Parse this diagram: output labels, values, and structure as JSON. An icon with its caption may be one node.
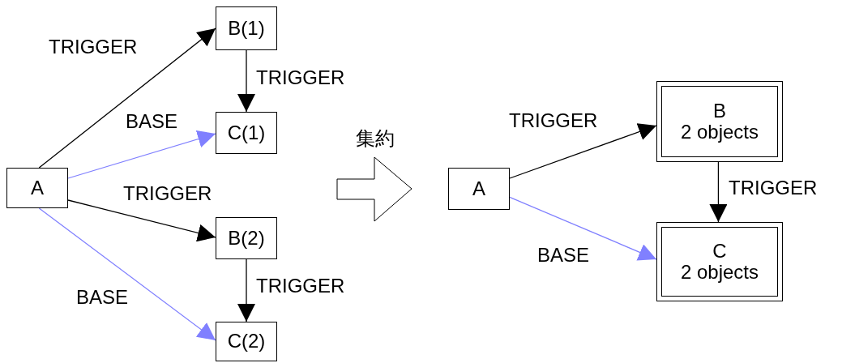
{
  "diagram": {
    "nodes": [
      {
        "text": [
          "A"
        ]
      },
      {
        "text": [
          "B(1)"
        ]
      },
      {
        "text": [
          "C(1)"
        ]
      },
      {
        "text": [
          "B(2)"
        ]
      },
      {
        "text": [
          "C(2)"
        ]
      },
      {
        "text": [
          "集約"
        ]
      },
      {
        "text": [
          "A"
        ]
      },
      {
        "text": [
          "B",
          "2 objects"
        ]
      },
      {
        "text": [
          "C",
          "2 objects"
        ]
      }
    ],
    "edges": [
      {
        "from": 0,
        "to": 1,
        "arrow": "to",
        "label": "TRIGGER"
      },
      {
        "from": 1,
        "to": 2,
        "arrow": "to",
        "label": "TRIGGER"
      },
      {
        "from": 0,
        "to": 2,
        "arrow": "to",
        "label": "BASE",
        "color": "#8080ff"
      },
      {
        "from": 0,
        "to": 3,
        "arrow": "to",
        "label": "TRIGGER"
      },
      {
        "from": 3,
        "to": 4,
        "arrow": "to",
        "label": "TRIGGER"
      },
      {
        "from": 0,
        "to": 4,
        "arrow": "to",
        "label": "BASE",
        "color": "#8080ff"
      },
      {
        "from": 6,
        "to": 7,
        "arrow": "to",
        "label": "TRIGGER"
      },
      {
        "from": 7,
        "to": 8,
        "arrow": "to",
        "label": "TRIGGER"
      },
      {
        "from": 6,
        "to": 8,
        "arrow": "to",
        "label": "BASE",
        "color": "#8080ff"
      }
    ]
  }
}
